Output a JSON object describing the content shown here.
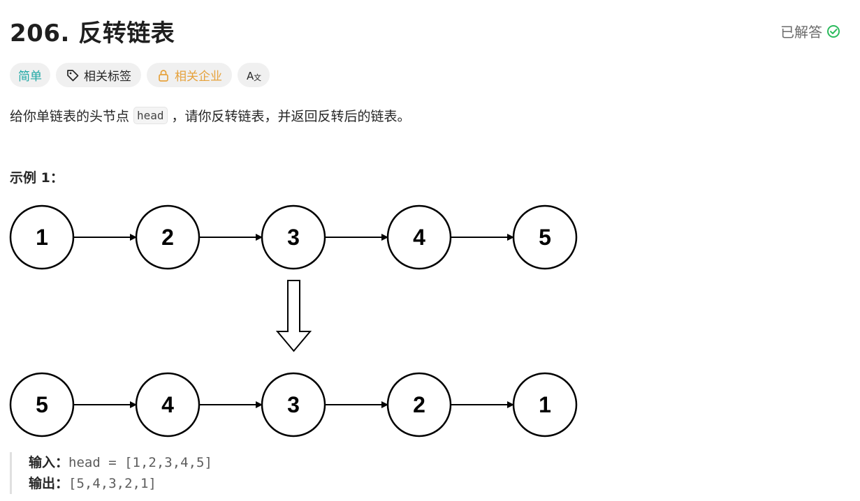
{
  "problem": {
    "title": "206. 反转链表",
    "status": "已解答"
  },
  "tags": {
    "difficulty": "简单",
    "related_tags": "相关标签",
    "related_companies": "相关企业",
    "translate_icon": "translate-icon"
  },
  "description": {
    "before": "给你单链表的头节点",
    "code": "head",
    "after": "，请你反转链表，并返回反转后的链表。"
  },
  "example": {
    "title": "示例 1：",
    "input_label": "输入：",
    "input_value": "head = [1,2,3,4,5]",
    "output_label": "输出：",
    "output_value": "[5,4,3,2,1]"
  },
  "diagram": {
    "top_nodes": [
      "1",
      "2",
      "3",
      "4",
      "5"
    ],
    "bottom_nodes": [
      "5",
      "4",
      "3",
      "2",
      "1"
    ]
  },
  "colors": {
    "easy": "#1fa8a5",
    "company": "#e6a23c",
    "solved_check": "#2cbb5d"
  }
}
